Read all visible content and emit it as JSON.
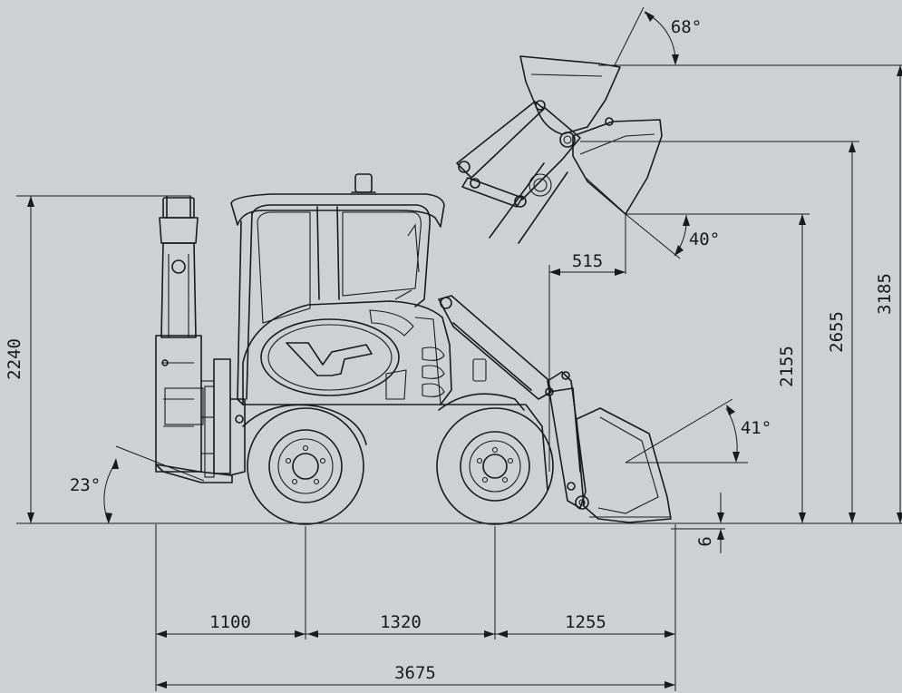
{
  "dimensions": {
    "rear_overhang": "1100",
    "wheelbase": "1320",
    "front_overhang": "1255",
    "overall_length": "3675",
    "overall_height": "2240",
    "max_lift_height": "3185",
    "hinge_pin_height": "2655",
    "dump_height": "2155",
    "dump_reach": "515",
    "dig_depth": "6"
  },
  "angles": {
    "rear_departure": "23°",
    "max_rollback": "68°",
    "dump_angle": "40°",
    "ground_rollback": "41°"
  },
  "colors": {
    "background": "#cfd0d2",
    "line": "#1a1a1a"
  }
}
